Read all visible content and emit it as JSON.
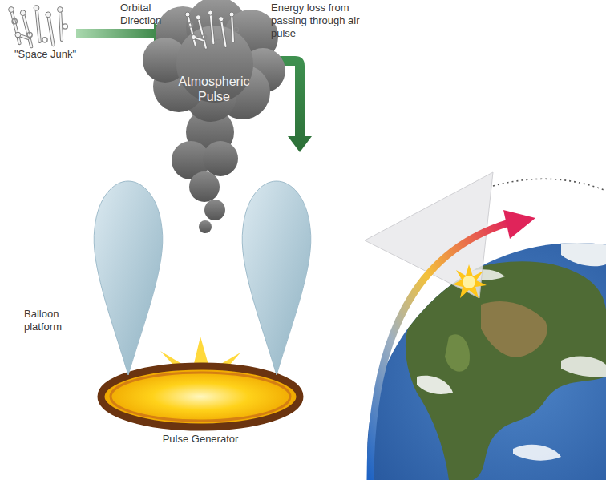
{
  "diagram": {
    "nodes": [
      {
        "text": [
          "Atmospheric Pulse"
        ]
      }
    ],
    "labels": [
      "\"Space Junk\"",
      "Orbital Direction",
      "Energy loss from passing through air pulse",
      "Balloon platform",
      "Pulse Generator"
    ]
  }
}
